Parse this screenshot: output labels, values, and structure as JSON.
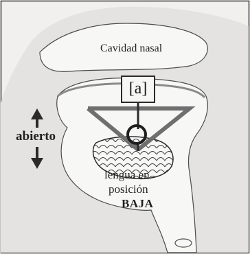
{
  "diagram": {
    "nasal_cavity_label": "Cavidad nasal",
    "vowel_symbol": "[a]",
    "openness_label": "abierto",
    "tongue_label_line1": "lengua en",
    "tongue_label_line2": "posición",
    "tongue_label_line3": "BAJA"
  },
  "colors": {
    "background": "#f1f0ee",
    "head_fill": "#e4e3e1",
    "cavity_fill": "#f7f7f6",
    "outline": "#2a2a2a",
    "lever": "#6f6f6f"
  }
}
